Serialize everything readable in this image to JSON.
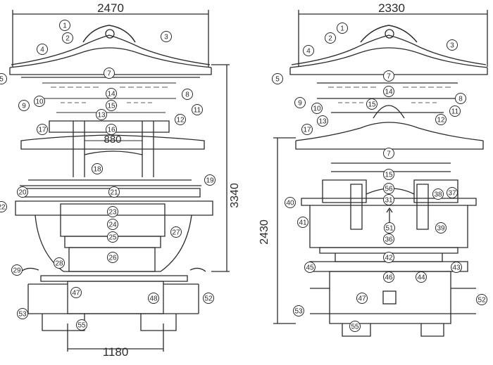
{
  "colors": {
    "paper": "#ffffff",
    "line": "#2a2a2a",
    "fill": "#dcdcdc"
  },
  "dimensions": {
    "left_top_width": "2470",
    "left_inner_span": "880",
    "left_height": "3340",
    "left_base_width": "1180",
    "right_top_width": "2330",
    "right_height": "2430"
  },
  "left_callouts": [
    "1",
    "2",
    "3",
    "4",
    "5",
    "7",
    "8",
    "9",
    "10",
    "11",
    "12",
    "13",
    "14",
    "15",
    "16",
    "17",
    "18",
    "19",
    "20",
    "21",
    "22",
    "23",
    "24",
    "25",
    "26",
    "27",
    "28",
    "29",
    "47",
    "48",
    "52",
    "53",
    "55"
  ],
  "right_callouts": [
    "1",
    "2",
    "3",
    "4",
    "5",
    "7",
    "8",
    "9",
    "10",
    "11",
    "12",
    "13",
    "14",
    "15",
    "17",
    "7",
    "15",
    "56",
    "31",
    "38",
    "37",
    "40",
    "41",
    "51",
    "36",
    "39",
    "42",
    "45",
    "46",
    "44",
    "43",
    "47",
    "52",
    "53",
    "55"
  ]
}
